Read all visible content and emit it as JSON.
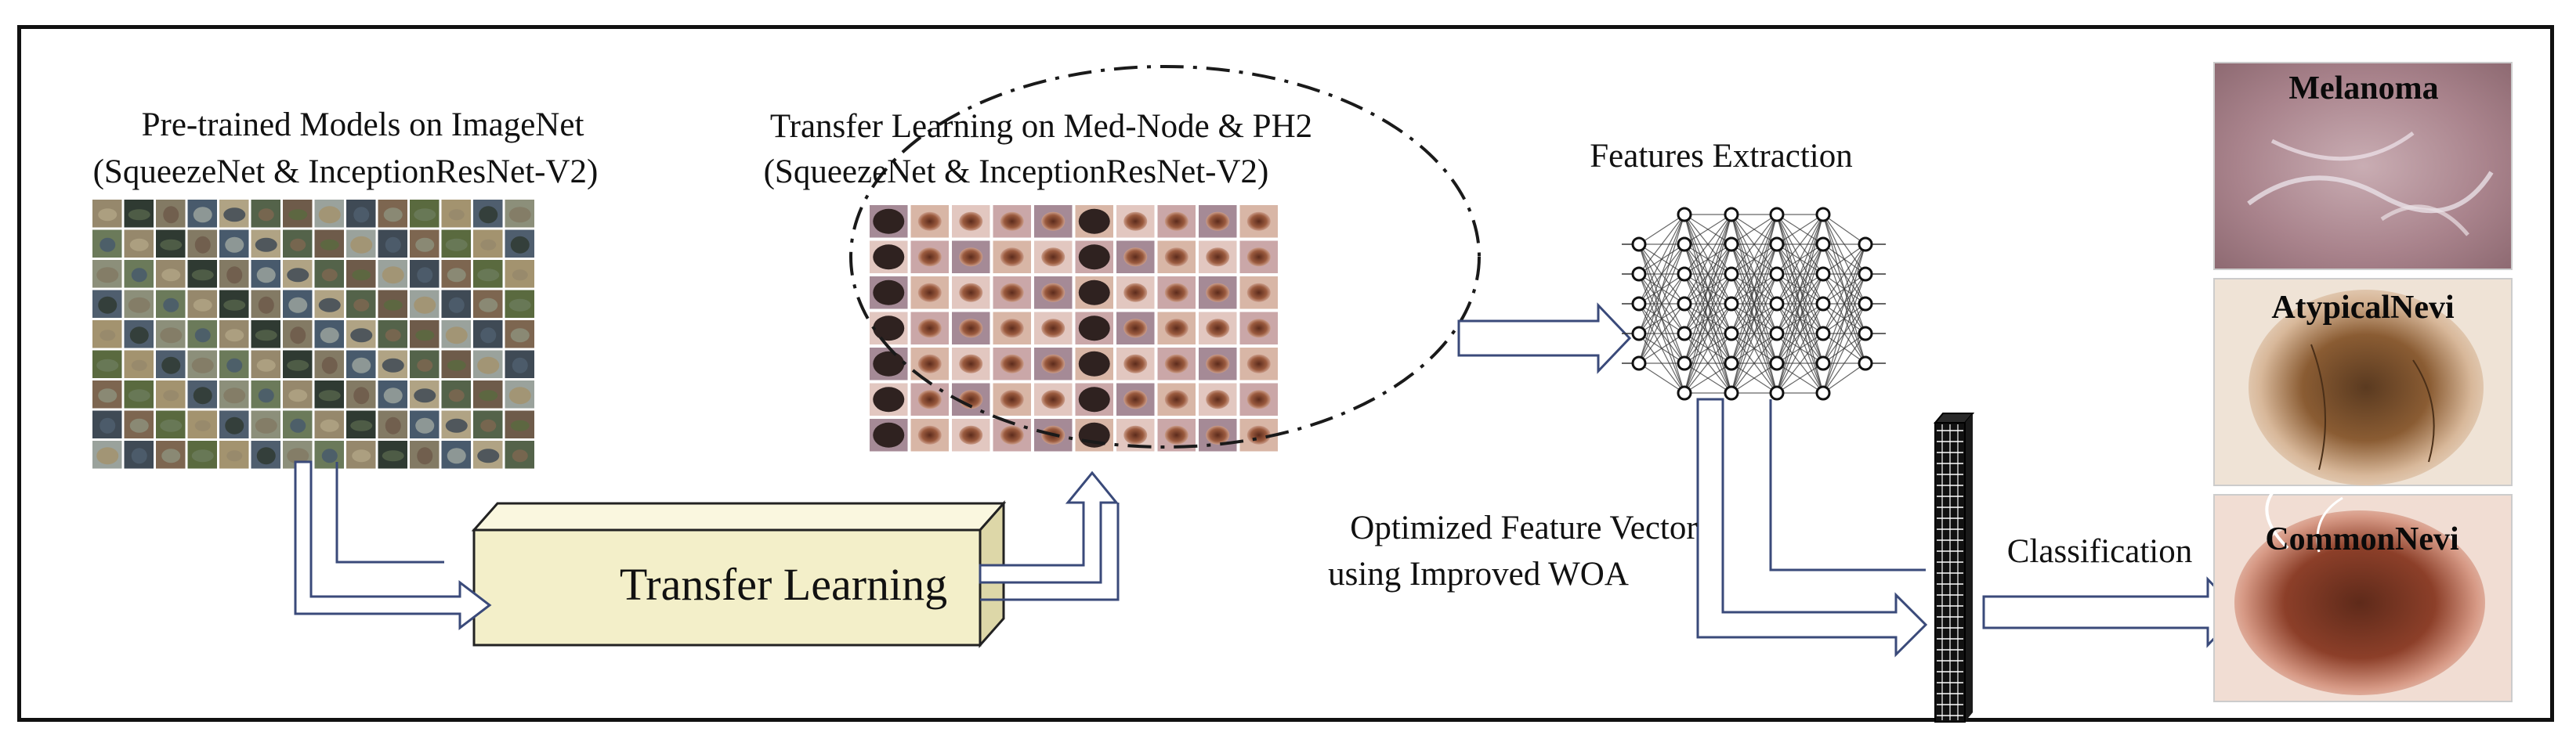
{
  "labels": {
    "pretrained_title_line1": "Pre-trained Models on ImageNet",
    "pretrained_title_line2": "(SqueezeNet & InceptionResNet-V2)",
    "transfer_title_line1": "Transfer Learning on Med-Node & PH2",
    "transfer_title_line2": "(SqueezeNet & InceptionResNet-V2)",
    "transfer_learning_box": "Transfer Learning",
    "features_extraction": "Features Extraction",
    "optimized_line1": "Optimized Feature Vector",
    "optimized_line2": "using Improved WOA",
    "classification": "Classification"
  },
  "classes": [
    {
      "name": "Melanoma"
    },
    {
      "name": "AtypicalNevi"
    },
    {
      "name": "CommonNevi"
    }
  ],
  "colors": {
    "arrow_fill": "#ffffff",
    "arrow_stroke": "#3a4a7a",
    "box_front": "#f3efc9",
    "box_side": "#ddd7a8",
    "box_top": "#faf7df",
    "melanoma_skin": "#b08a90",
    "atypical_skin": "#c29a74",
    "common_skin": "#a8523a",
    "neuron_line": "#333333"
  },
  "network": {
    "layers": [
      5,
      7,
      7,
      7,
      7,
      5
    ]
  }
}
